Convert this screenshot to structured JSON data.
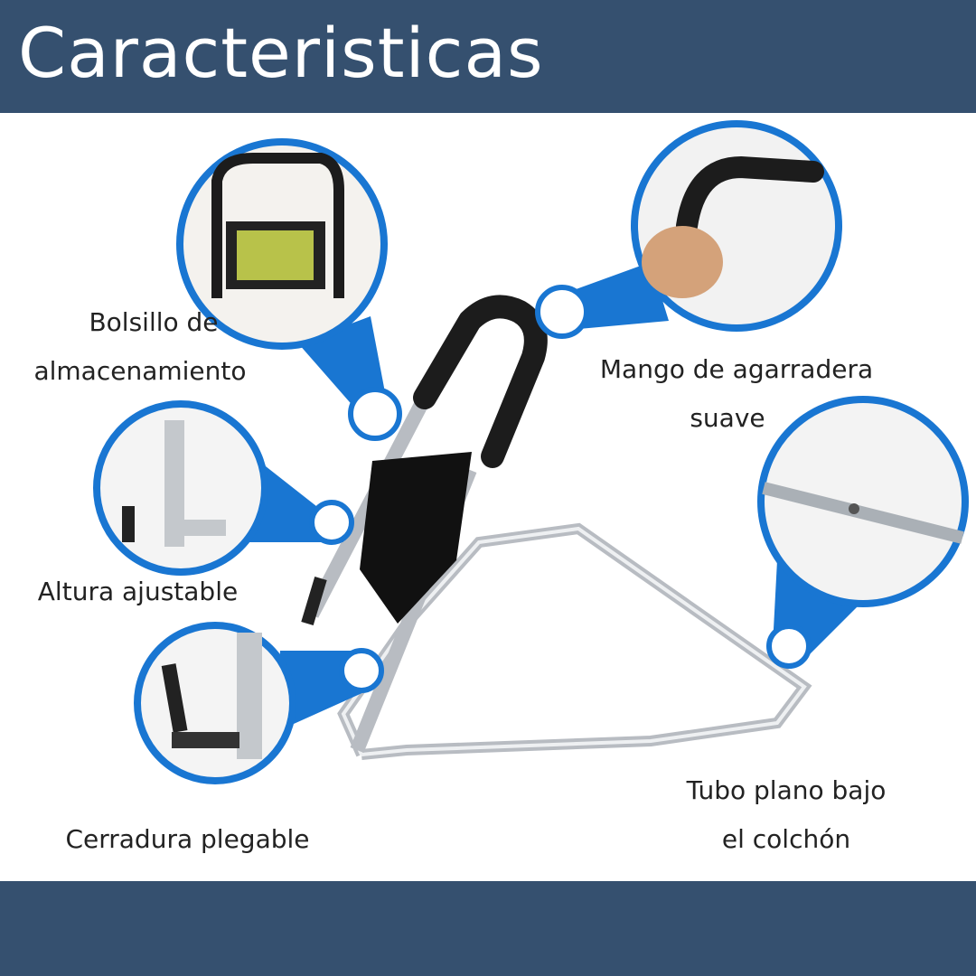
{
  "header": {
    "title": "Caracteristicas"
  },
  "colors": {
    "banner": "#35506f",
    "callout": "#1976d2",
    "chrome": "#b8bcc2",
    "grip": "#1c1c1c"
  },
  "features": [
    {
      "lines": [
        "Bolsillo de",
        "almacenamiento"
      ],
      "icon": "storage-pocket-photo"
    },
    {
      "lines": [
        "Mango de agarradera",
        "suave"
      ],
      "icon": "soft-grip-handle-photo"
    },
    {
      "lines": [
        "Altura ajustable"
      ],
      "icon": "adjustable-height-photo"
    },
    {
      "lines": [
        "Tubo plano bajo",
        "el colchón"
      ],
      "icon": "flat-tube-photo"
    },
    {
      "lines": [
        "Cerradura plegable"
      ],
      "icon": "folding-lock-photo"
    }
  ]
}
